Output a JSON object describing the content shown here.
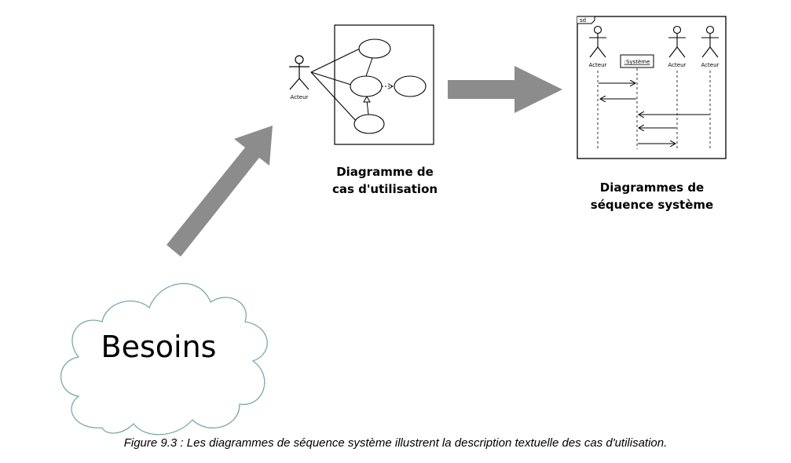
{
  "besoins": {
    "label": "Besoins"
  },
  "use_case": {
    "actor_label": "Acteur",
    "title_line1": "Diagramme de",
    "title_line2": "cas d'utilisation"
  },
  "sequence": {
    "frame_tag": "sd",
    "system_label": ":Système",
    "actor_left": "Acteur",
    "actor_mid": "Acteur",
    "actor_right": "Acteur",
    "title_line1": "Diagrammes de",
    "title_line2": "séquence système"
  },
  "caption": "Figure 9.3 : Les diagrammes de séquence système illustrent la description textuelle des cas d'utilisation.",
  "colors": {
    "arrow": "#8c8c8c",
    "cloud_stroke": "#7aa9a9",
    "line": "#000000"
  }
}
